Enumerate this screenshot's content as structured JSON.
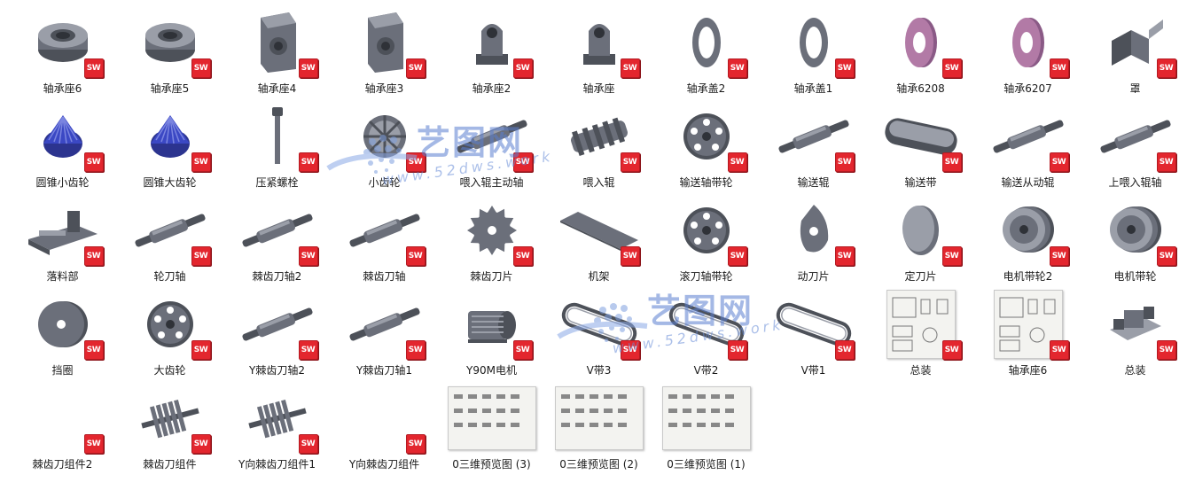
{
  "file_items": [
    {
      "name": "轴承座6",
      "icon": "bearing-seat-icon"
    },
    {
      "name": "轴承座5",
      "icon": "bearing-seat-icon"
    },
    {
      "name": "轴承座4",
      "icon": "bearing-block-icon"
    },
    {
      "name": "轴承座3",
      "icon": "bearing-block-icon"
    },
    {
      "name": "轴承座2",
      "icon": "pillow-block-icon"
    },
    {
      "name": "轴承座",
      "icon": "pillow-block-icon"
    },
    {
      "name": "轴承盖2",
      "icon": "bearing-cap-icon"
    },
    {
      "name": "轴承盖1",
      "icon": "bearing-cap-icon"
    },
    {
      "name": "轴承6208",
      "icon": "bearing-ring-icon"
    },
    {
      "name": "轴承6207",
      "icon": "bearing-ring-icon"
    },
    {
      "name": "罩",
      "icon": "cover-sheet-icon"
    },
    {
      "name": "圆锥小齿轮",
      "icon": "bevel-gear-icon"
    },
    {
      "name": "圆锥大齿轮",
      "icon": "bevel-gear-icon"
    },
    {
      "name": "压紧螺栓",
      "icon": "bolt-icon"
    },
    {
      "name": "小齿轮",
      "icon": "spur-gear-icon"
    },
    {
      "name": "喂入辊主动轴",
      "icon": "shaft-icon"
    },
    {
      "name": "喂入辊",
      "icon": "feed-roller-icon"
    },
    {
      "name": "输送轴带轮",
      "icon": "pulley-icon"
    },
    {
      "name": "输送辊",
      "icon": "shaft-icon"
    },
    {
      "name": "输送带",
      "icon": "conveyor-belt-icon"
    },
    {
      "name": "输送从动辊",
      "icon": "shaft-icon"
    },
    {
      "name": "上喂入辊轴",
      "icon": "shaft-icon"
    },
    {
      "name": "落料部",
      "icon": "frame-part-icon"
    },
    {
      "name": "轮刀轴",
      "icon": "shaft-icon"
    },
    {
      "name": "棘齿刀轴2",
      "icon": "shaft-icon"
    },
    {
      "name": "棘齿刀轴",
      "icon": "shaft-icon"
    },
    {
      "name": "棘齿刀片",
      "icon": "saw-blade-icon"
    },
    {
      "name": "机架",
      "icon": "plate-icon"
    },
    {
      "name": "滚刀轴带轮",
      "icon": "pulley-icon"
    },
    {
      "name": "动刀片",
      "icon": "cam-blade-icon"
    },
    {
      "name": "定刀片",
      "icon": "disc-icon"
    },
    {
      "name": "电机带轮2",
      "icon": "multi-groove-pulley-icon"
    },
    {
      "name": "电机带轮",
      "icon": "multi-groove-pulley-icon"
    },
    {
      "name": "挡圈",
      "icon": "retaining-ring-icon"
    },
    {
      "name": "大齿轮",
      "icon": "pulley-icon"
    },
    {
      "name": "Y棘齿刀轴2",
      "icon": "shaft-icon"
    },
    {
      "name": "Y棘齿刀轴1",
      "icon": "shaft-icon"
    },
    {
      "name": "Y90M电机",
      "icon": "motor-icon"
    },
    {
      "name": "V带3",
      "icon": "v-belt-icon"
    },
    {
      "name": "V带2",
      "icon": "v-belt-icon"
    },
    {
      "name": "V带1",
      "icon": "v-belt-icon"
    },
    {
      "name": "总装",
      "icon": "drawing-preview-icon"
    },
    {
      "name": "轴承座6",
      "icon": "drawing-preview-icon"
    },
    {
      "name": "总装",
      "icon": "assembly-icon"
    },
    {
      "name": "棘齿刀组件2",
      "icon": "blank-icon"
    },
    {
      "name": "棘齿刀组件",
      "icon": "cutter-assembly-icon"
    },
    {
      "name": "Y向棘齿刀组件1",
      "icon": "cutter-assembly-icon"
    },
    {
      "name": "Y向棘齿刀组件",
      "icon": "blank-icon"
    },
    {
      "name": "0三维预览图 (3)",
      "icon": "image-preview-icon"
    },
    {
      "name": "0三维预览图 (2)",
      "icon": "image-preview-icon"
    },
    {
      "name": "0三维预览图 (1)",
      "icon": "image-preview-icon"
    }
  ],
  "sw_badge": "SW",
  "watermark": {
    "title": "艺图网",
    "url": "www.52dws.work"
  },
  "colors": {
    "part_gray": "#6b6f7a",
    "badge_red": "#e3262e",
    "gear_blue": "#3b48c4",
    "bearing_pink": "#b27aa6"
  }
}
